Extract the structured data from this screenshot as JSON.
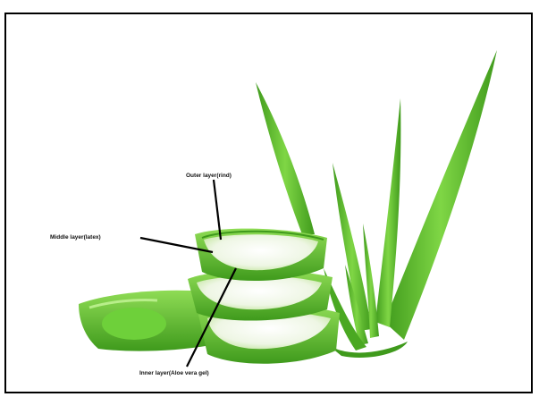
{
  "labels": {
    "outer": "Outer layer(rind)",
    "middle": "Middle layer(latex)",
    "inner": "Inner layer(Aloe vera gel)"
  },
  "colors": {
    "dark_green": "#3f9a1c",
    "mid_green": "#5cc22c",
    "light_green": "#8fdc55",
    "gel": "#eef6e4",
    "border": "#000000"
  }
}
